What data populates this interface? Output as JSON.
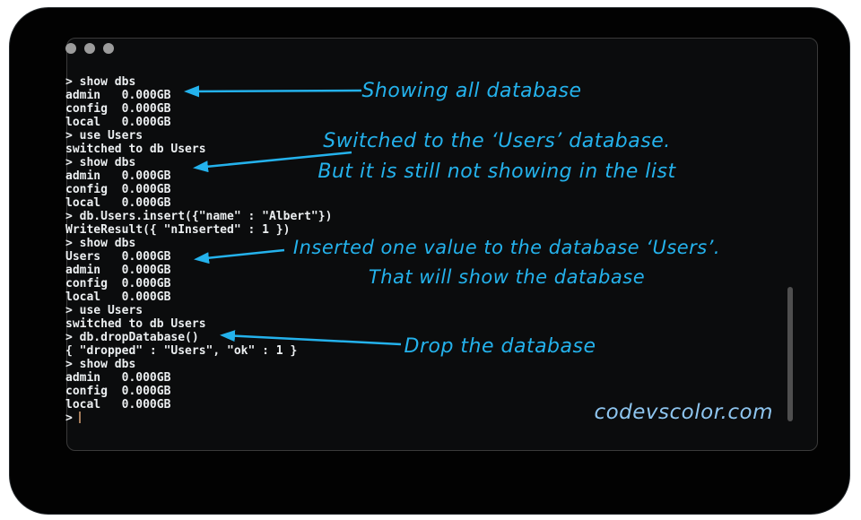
{
  "window": {
    "type": "terminal",
    "controls": {
      "count": 3,
      "color": "#9c9c9c"
    }
  },
  "terminal": {
    "lines": [
      "> show dbs",
      "admin   0.000GB",
      "config  0.000GB",
      "local   0.000GB",
      "> use Users",
      "switched to db Users",
      "> show dbs",
      "admin   0.000GB",
      "config  0.000GB",
      "local   0.000GB",
      "> db.Users.insert({\"name\" : \"Albert\"})",
      "WriteResult({ \"nInserted\" : 1 })",
      "> show dbs",
      "Users   0.000GB",
      "admin   0.000GB",
      "config  0.000GB",
      "local   0.000GB",
      "> use Users",
      "switched to db Users",
      "> db.dropDatabase()",
      "{ \"dropped\" : \"Users\", \"ok\" : 1 }",
      "> show dbs",
      "admin   0.000GB",
      "config  0.000GB",
      "local   0.000GB",
      ">"
    ],
    "cursor_visible": true
  },
  "annotations": [
    {
      "lines": [
        "Showing all database"
      ]
    },
    {
      "lines": [
        "Switched to the ‘Users’ database.",
        "But it is still not showing in the list"
      ]
    },
    {
      "lines": [
        "Inserted one value to the database ‘Users’.",
        "That will show the database"
      ]
    },
    {
      "lines": [
        "Drop the database"
      ]
    }
  ],
  "watermark": "codevscolor.com",
  "colors": {
    "annotation": "#24b2ec",
    "watermark": "#8ec5ef",
    "terminal_text": "#eceff1",
    "terminal_background": "#0b0c0d",
    "frame_background": "#020202",
    "cursor": "#a57c5a",
    "window_dot": "#9c9c9c"
  }
}
